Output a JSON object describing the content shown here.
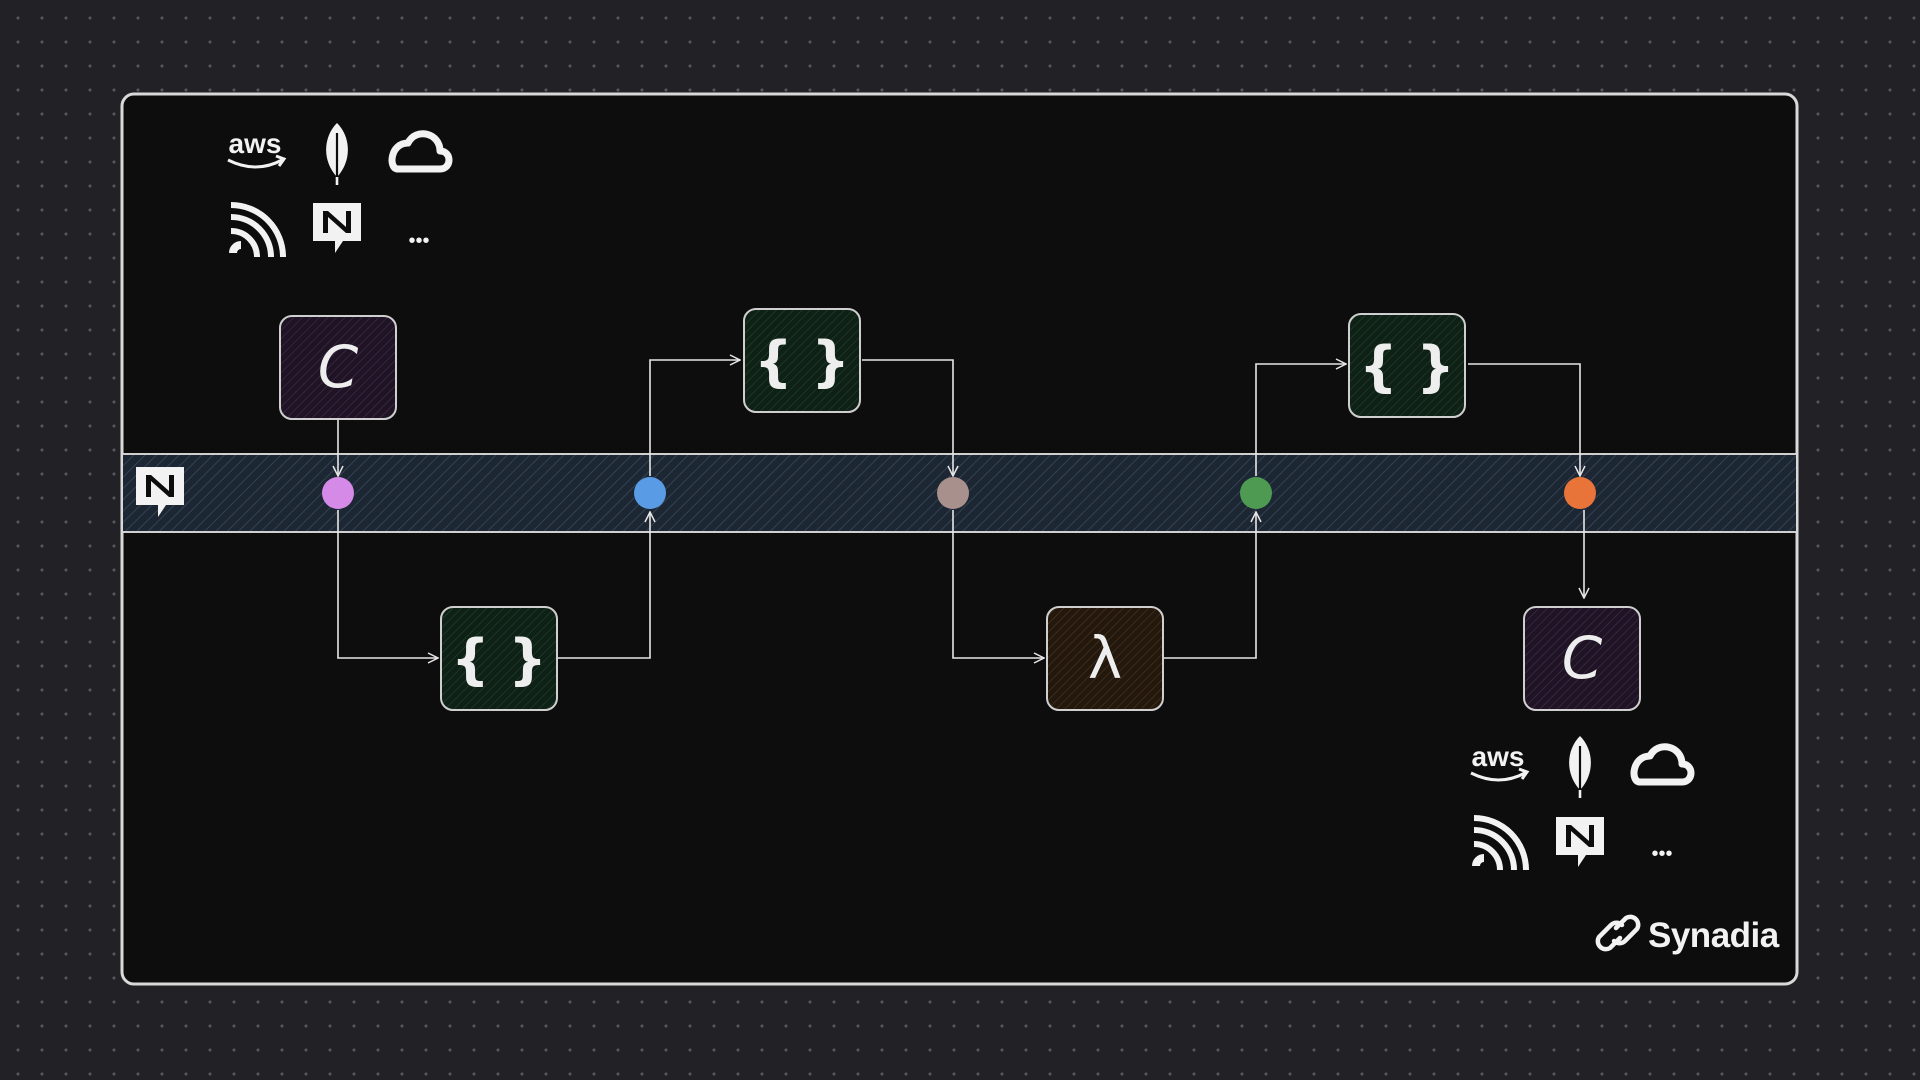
{
  "colors": {
    "page_background": "#222226",
    "frame_background": "#0d0d0e",
    "frame_border": "#d9d9d9",
    "bus_stripe": "#2c3a48",
    "consumer_tint": "#2a1a33",
    "function_tint": "#12261a",
    "lambda_tint": "#2e2012",
    "dot_violet": "#d58ae8",
    "dot_blue": "#5a9be6",
    "dot_taupe": "#a8908c",
    "dot_green": "#4e9a52",
    "dot_orange": "#e8743a"
  },
  "integrations": {
    "top_left": {
      "aws_label": "aws",
      "icons": [
        "aws-logo",
        "leaf-icon",
        "cloud-icon",
        "feed-icon",
        "nats-icon",
        "more-dots"
      ],
      "more_label": "•••"
    },
    "bottom_right": {
      "aws_label": "aws",
      "icons": [
        "aws-logo",
        "leaf-icon",
        "cloud-icon",
        "feed-icon",
        "nats-icon",
        "more-dots"
      ],
      "more_label": "•••"
    }
  },
  "bus": {
    "label_icon": "nats-icon",
    "subjects": [
      "violet",
      "blue",
      "taupe",
      "green",
      "orange"
    ]
  },
  "nodes": [
    {
      "id": "consumer-in",
      "glyph": "C",
      "kind": "consumer"
    },
    {
      "id": "function-1",
      "glyph": "{ }",
      "kind": "function"
    },
    {
      "id": "function-2",
      "glyph": "{ }",
      "kind": "function"
    },
    {
      "id": "lambda",
      "glyph": "λ",
      "kind": "lambda"
    },
    {
      "id": "function-3",
      "glyph": "{ }",
      "kind": "function"
    },
    {
      "id": "consumer-out",
      "glyph": "C",
      "kind": "consumer"
    }
  ],
  "brand": {
    "name": "Synadia",
    "logo_icon": "synadia-link-icon"
  }
}
